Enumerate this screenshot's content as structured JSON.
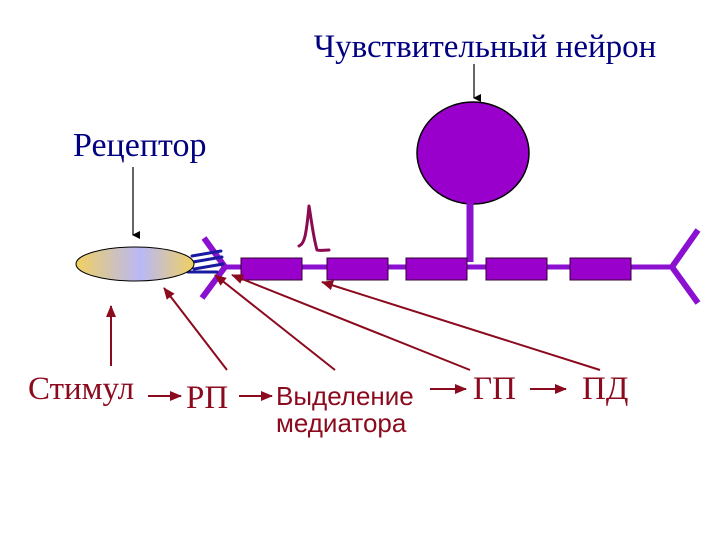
{
  "labels": {
    "neuron": "Чувствительный нейрон",
    "receptor": "Рецептор",
    "stimulus": "Стимул",
    "rp": "РП",
    "mediator_line1": "Выделение",
    "mediator_line2": "медиатора",
    "gp": "ГП",
    "pd": "ПД"
  },
  "colors": {
    "neuron_fill": "#9900CC",
    "axon": "#8B10D0",
    "label_blue": "#000080",
    "label_red": "#8B0A1E",
    "receptor_yellow": "#F0D060",
    "receptor_blue": "#B8B8F8",
    "nerve_endings": "#1A1AA0"
  },
  "icons": {
    "action_potential": "spike-icon",
    "flow": "right-arrow-icon"
  }
}
